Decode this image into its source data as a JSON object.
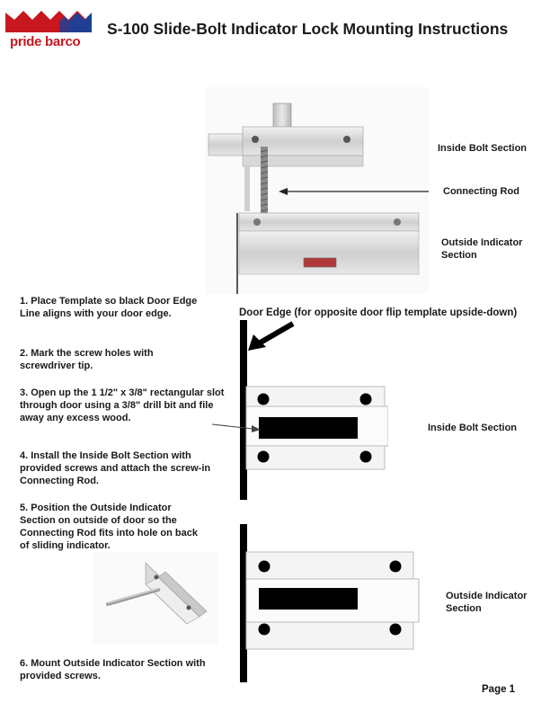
{
  "header": {
    "brand": "pride barco",
    "title": "S-100 Slide-Bolt Indicator Lock Mounting Instructions"
  },
  "labels": {
    "inside_bolt_top": "Inside Bolt Section",
    "connecting_rod": "Connecting Rod",
    "outside_indicator_top": "Outside Indicator Section",
    "door_edge": "Door Edge (for opposite door flip template upside-down)",
    "inside_bolt_mid": "Inside Bolt Section",
    "outside_indicator_bottom": "Outside Indicator Section"
  },
  "steps": [
    "1. Place Template so black Door Edge Line aligns with your door edge.",
    "2. Mark the screw holes with screwdriver tip.",
    "3. Open up the 1 1/2\" x 3/8\" rectangular slot through door using a 3/8\" drill bit and file away any excess wood.",
    "4. Install the Inside Bolt Section with provided screws and attach the screw-in Connecting Rod.",
    "5. Position the Outside Indicator Section on outside of door so the Connecting Rod fits into hole on back of sliding indicator.",
    "6. Mount Outside Indicator Section with provided screws."
  ],
  "footer": {
    "page": "Page 1"
  },
  "colors": {
    "brand_red": "#c8171e",
    "brand_blue": "#1f3f95"
  }
}
